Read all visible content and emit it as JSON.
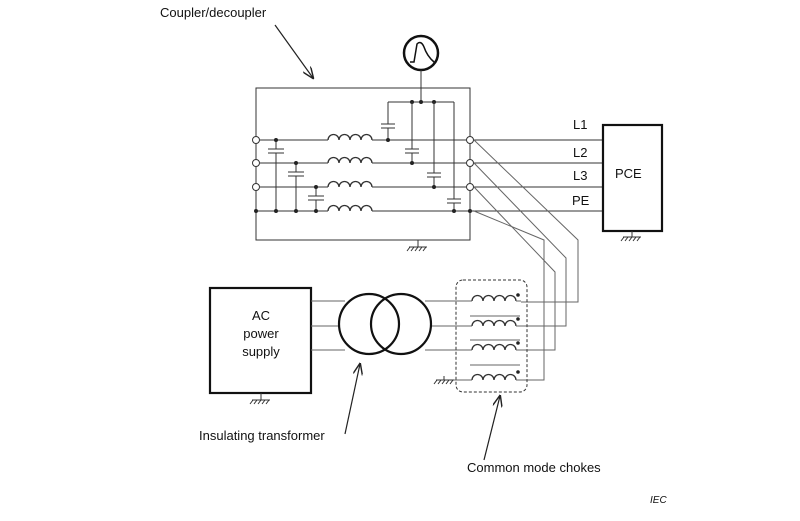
{
  "diagram": {
    "labels": {
      "coupler": "Coupler/decoupler",
      "l1": "L1",
      "l2": "L2",
      "l3": "L3",
      "pe": "PE",
      "pce": "PCE",
      "ac_line1": "AC",
      "ac_line2": "power",
      "ac_line3": "supply",
      "transformer": "Insulating transformer",
      "chokes": "Common mode chokes",
      "iec": "IEC"
    }
  }
}
